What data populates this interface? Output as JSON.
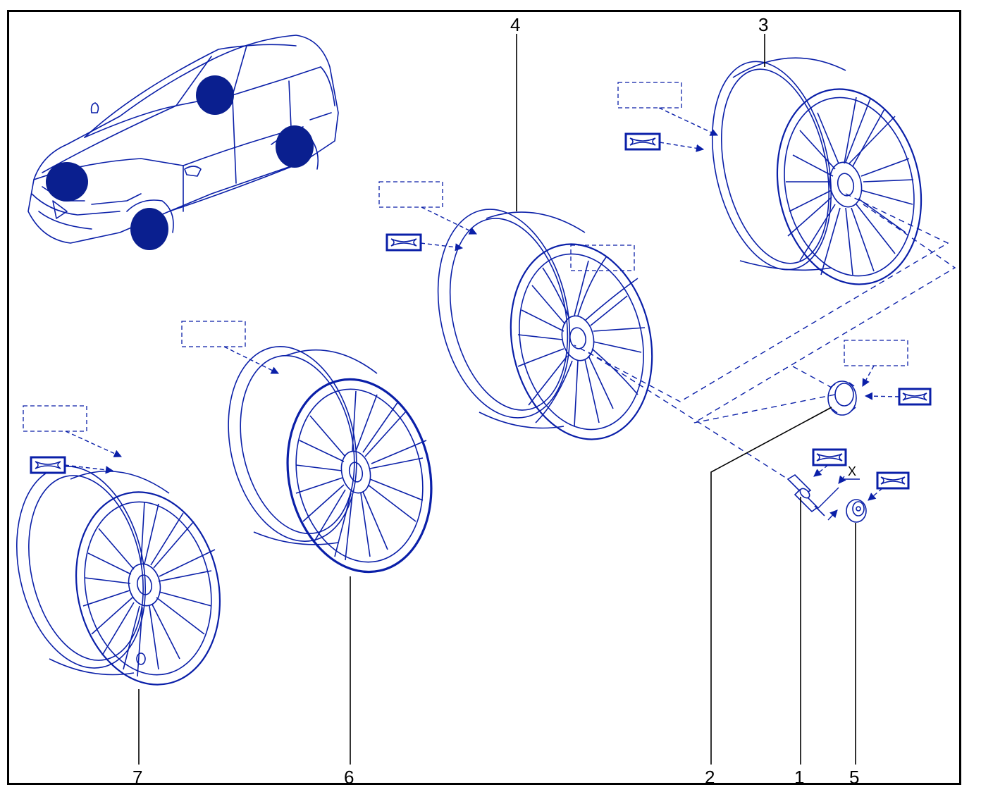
{
  "diagram": {
    "callouts": {
      "c1": "1",
      "c2": "2",
      "c3": "3",
      "c4": "4",
      "c5": "5",
      "c6": "6",
      "c7": "7"
    },
    "dimension_label": "X"
  },
  "colors": {
    "line": "#0a1fa8",
    "fill_dark": "#0a1f8f",
    "fill_light": "#ffffff",
    "leader": "#000000"
  }
}
